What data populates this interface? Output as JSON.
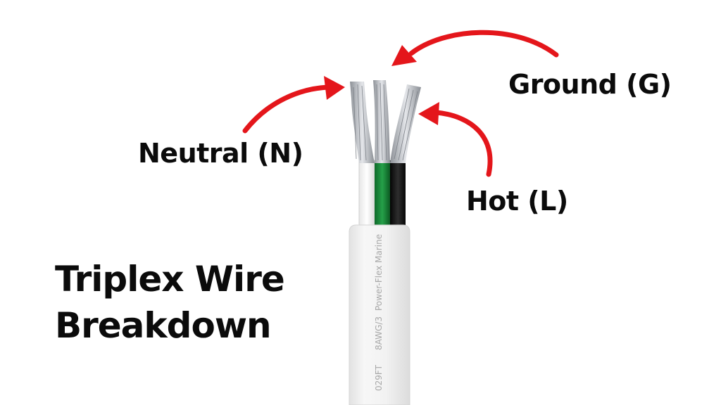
{
  "title": {
    "line1": "Triplex Wire",
    "line2": "Breakdown"
  },
  "labels": {
    "ground": "Ground (G)",
    "neutral": "Neutral (N)",
    "hot": "Hot (L)"
  },
  "cable_print": [
    "029FT",
    "8AWG/3",
    "Power-Flex Marine"
  ],
  "colors": {
    "arrow": "#e4161b",
    "jacket": "#f4f4f4",
    "neutral_insulation": "#ffffff",
    "ground_insulation": "#1e8a3c",
    "hot_insulation": "#151515",
    "conductor": "#c9ccd1",
    "text": "#0b0b0b"
  }
}
